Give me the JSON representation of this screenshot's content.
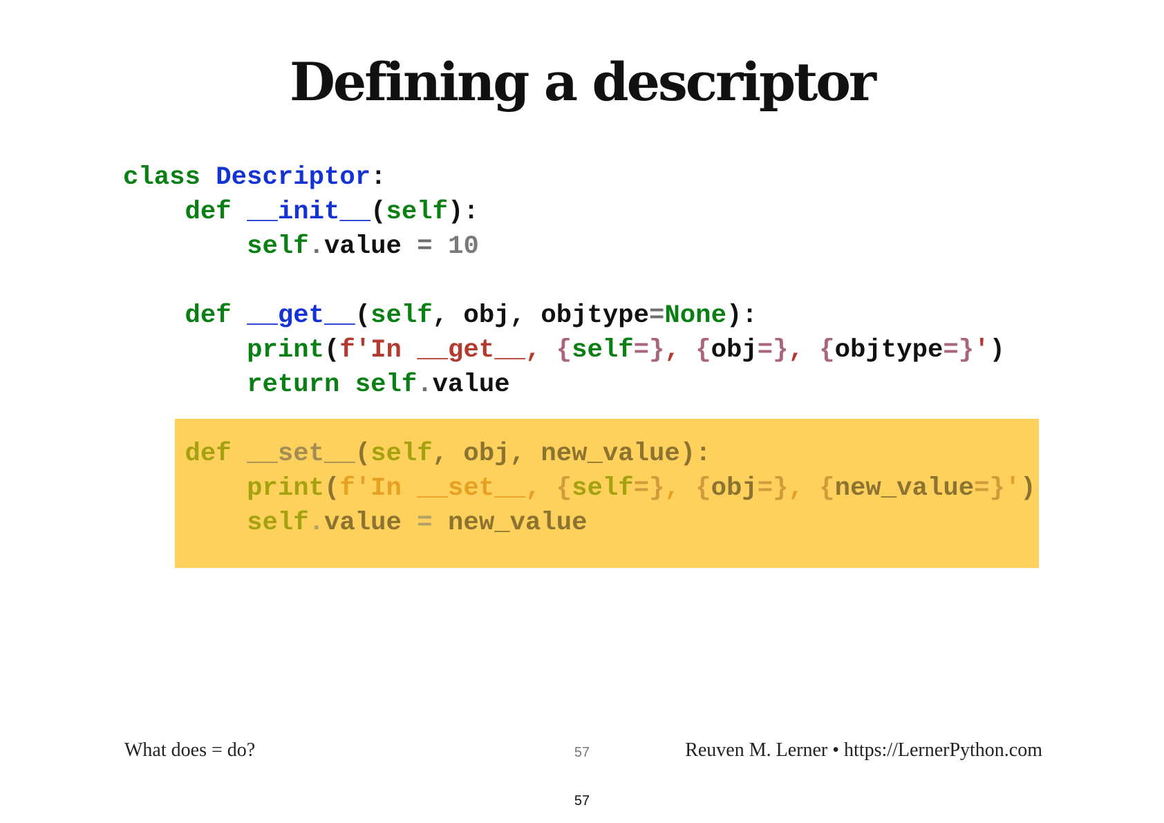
{
  "slide": {
    "title": "Defining a descriptor"
  },
  "code": {
    "lines": [
      [
        {
          "t": "class ",
          "c": "kw"
        },
        {
          "t": "Descriptor",
          "c": "fn"
        },
        {
          "t": ":",
          "c": "plain"
        }
      ],
      [
        {
          "t": "    ",
          "c": "plain"
        },
        {
          "t": "def ",
          "c": "kw"
        },
        {
          "t": "__init__",
          "c": "fn"
        },
        {
          "t": "(",
          "c": "plain"
        },
        {
          "t": "self",
          "c": "self"
        },
        {
          "t": "):",
          "c": "plain"
        }
      ],
      [
        {
          "t": "        ",
          "c": "plain"
        },
        {
          "t": "self",
          "c": "self"
        },
        {
          "t": ".",
          "c": "op"
        },
        {
          "t": "value ",
          "c": "plain"
        },
        {
          "t": "=",
          "c": "op"
        },
        {
          "t": " ",
          "c": "plain"
        },
        {
          "t": "10",
          "c": "num"
        }
      ],
      [],
      [
        {
          "t": "    ",
          "c": "plain"
        },
        {
          "t": "def ",
          "c": "kw"
        },
        {
          "t": "__get__",
          "c": "fn"
        },
        {
          "t": "(",
          "c": "plain"
        },
        {
          "t": "self",
          "c": "self"
        },
        {
          "t": ", obj, objtype",
          "c": "plain"
        },
        {
          "t": "=",
          "c": "op"
        },
        {
          "t": "None",
          "c": "bi"
        },
        {
          "t": "):",
          "c": "plain"
        }
      ],
      [
        {
          "t": "        ",
          "c": "plain"
        },
        {
          "t": "print",
          "c": "bi"
        },
        {
          "t": "(",
          "c": "plain"
        },
        {
          "t": "f'In __get__, ",
          "c": "str"
        },
        {
          "t": "{",
          "c": "interp"
        },
        {
          "t": "self",
          "c": "self"
        },
        {
          "t": "=}",
          "c": "interp"
        },
        {
          "t": ", ",
          "c": "str"
        },
        {
          "t": "{",
          "c": "interp"
        },
        {
          "t": "obj",
          "c": "plain"
        },
        {
          "t": "=}",
          "c": "interp"
        },
        {
          "t": ", ",
          "c": "str"
        },
        {
          "t": "{",
          "c": "interp"
        },
        {
          "t": "objtype",
          "c": "plain"
        },
        {
          "t": "=}",
          "c": "interp"
        },
        {
          "t": "'",
          "c": "str"
        },
        {
          "t": ")",
          "c": "plain"
        }
      ],
      [
        {
          "t": "        ",
          "c": "plain"
        },
        {
          "t": "return ",
          "c": "kw"
        },
        {
          "t": "self",
          "c": "self"
        },
        {
          "t": ".",
          "c": "op"
        },
        {
          "t": "value",
          "c": "plain"
        }
      ],
      [],
      [
        {
          "t": "    ",
          "c": "plain"
        },
        {
          "t": "def ",
          "c": "kw"
        },
        {
          "t": "__set__",
          "c": "fn"
        },
        {
          "t": "(",
          "c": "plain"
        },
        {
          "t": "self",
          "c": "self"
        },
        {
          "t": ", obj, new_value):",
          "c": "plain"
        }
      ],
      [
        {
          "t": "        ",
          "c": "plain"
        },
        {
          "t": "print",
          "c": "bi"
        },
        {
          "t": "(",
          "c": "plain"
        },
        {
          "t": "f'In __set__, ",
          "c": "str"
        },
        {
          "t": "{",
          "c": "interp"
        },
        {
          "t": "self",
          "c": "self"
        },
        {
          "t": "=}",
          "c": "interp"
        },
        {
          "t": ", ",
          "c": "str"
        },
        {
          "t": "{",
          "c": "interp"
        },
        {
          "t": "obj",
          "c": "plain"
        },
        {
          "t": "=}",
          "c": "interp"
        },
        {
          "t": ", ",
          "c": "str"
        },
        {
          "t": "{",
          "c": "interp"
        },
        {
          "t": "new_value",
          "c": "plain"
        },
        {
          "t": "=}",
          "c": "interp"
        },
        {
          "t": "'",
          "c": "str"
        },
        {
          "t": ")",
          "c": "plain"
        }
      ],
      [
        {
          "t": "        ",
          "c": "plain"
        },
        {
          "t": "self",
          "c": "self"
        },
        {
          "t": ".",
          "c": "op"
        },
        {
          "t": "value ",
          "c": "plain"
        },
        {
          "t": "=",
          "c": "op"
        },
        {
          "t": " new_value",
          "c": "plain"
        }
      ]
    ],
    "dimmed_from_line": 8
  },
  "footer": {
    "left": "What does = do?",
    "page": "57",
    "right": "Reuven M. Lerner • https://LernerPython.com"
  },
  "page_number": "57",
  "colors": {
    "highlight": "#fdd15b",
    "keyword": "#0a7f14",
    "function_name": "#1433d4",
    "string": "#b23a2e"
  }
}
